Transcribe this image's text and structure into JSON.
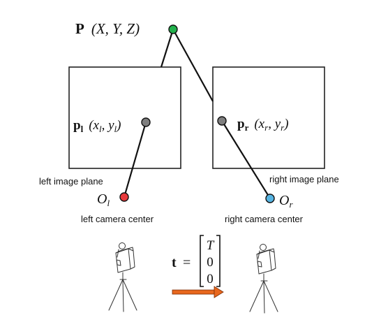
{
  "point": {
    "bold": "P",
    "coords": "(X, Y, Z)"
  },
  "left": {
    "point_bold": "p",
    "point_sub": "l",
    "coords": "(x",
    "coords_sub_x": "l",
    "coords_mid": ", y",
    "coords_sub_y": "l",
    "coords_end": ")",
    "center_main": "O",
    "center_sub": "l",
    "plane_label": "left image plane",
    "center_label": "left camera center"
  },
  "right": {
    "point_bold": "p",
    "point_sub": "r",
    "coords": "(x",
    "coords_sub_x": "r",
    "coords_mid": ", y",
    "coords_sub_y": "r",
    "coords_end": ")",
    "center_main": "O",
    "center_sub": "r",
    "plane_label": "right image plane",
    "center_label": "right camera center"
  },
  "translation": {
    "symbol": "t",
    "equals": "=",
    "rows": [
      "T",
      "0",
      "0"
    ]
  },
  "colors": {
    "point_P": "#22b14c",
    "image_point": "#7f7f7f",
    "center_left": "#e8393c",
    "center_right": "#56b4e2",
    "arrow": "#e8671d"
  }
}
